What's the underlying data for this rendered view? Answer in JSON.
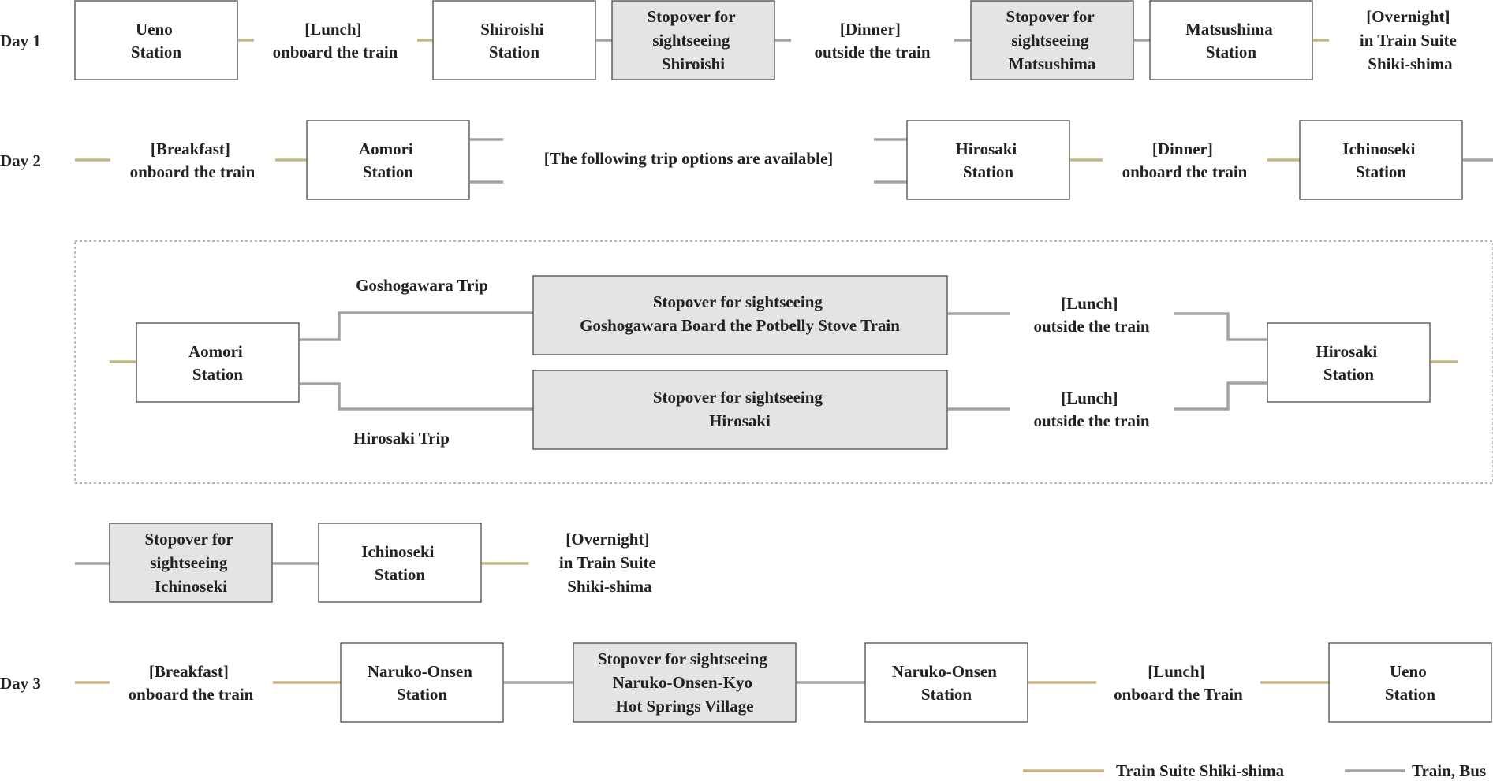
{
  "colors": {
    "train_suite": "#c9b583",
    "train_bus": "#a3a3a3",
    "box_border": "#4a4a4a",
    "stopover_fill": "#e4e4e4",
    "text": "#222222"
  },
  "day1": {
    "label": "Day 1",
    "ueno": [
      "Ueno",
      "Station"
    ],
    "lunch": [
      "[Lunch]",
      "onboard the train"
    ],
    "shiroishi": [
      "Shiroishi",
      "Station"
    ],
    "stop_shiroishi": [
      "Stopover for",
      "sightseeing",
      "Shiroishi"
    ],
    "dinner": [
      "[Dinner]",
      "outside the train"
    ],
    "stop_matsushima": [
      "Stopover for",
      "sightseeing",
      "Matsushima"
    ],
    "matsushima": [
      "Matsushima",
      "Station"
    ],
    "overnight": [
      "[Overnight]",
      "in Train Suite",
      "Shiki-shima"
    ]
  },
  "day2": {
    "label": "Day 2",
    "breakfast": [
      "[Breakfast]",
      "onboard the train"
    ],
    "aomori": [
      "Aomori",
      "Station"
    ],
    "options_note": "[The following trip options are available]",
    "hirosaki": [
      "Hirosaki",
      "Station"
    ],
    "dinner": [
      "[Dinner]",
      "onboard the train"
    ],
    "ichinoseki": [
      "Ichinoseki",
      "Station"
    ]
  },
  "options": {
    "aomori": [
      "Aomori",
      "Station"
    ],
    "goshogawara_trip": "Goshogawara Trip",
    "stop_goshogawara": [
      "Stopover for sightseeing",
      "Goshogawara Board the Potbelly Stove Train"
    ],
    "lunch_a": [
      "[Lunch]",
      "outside the train"
    ],
    "hirosaki_trip": "Hirosaki Trip",
    "stop_hirosaki": [
      "Stopover for sightseeing",
      "Hirosaki"
    ],
    "lunch_b": [
      "[Lunch]",
      "outside the train"
    ],
    "hirosaki": [
      "Hirosaki",
      "Station"
    ]
  },
  "day2_cont": {
    "stop_ichinoseki": [
      "Stopover for",
      "sightseeing",
      "Ichinoseki"
    ],
    "ichinoseki": [
      "Ichinoseki",
      "Station"
    ],
    "overnight": [
      "[Overnight]",
      "in Train Suite",
      "Shiki-shima"
    ]
  },
  "day3": {
    "label": "Day 3",
    "breakfast": [
      "[Breakfast]",
      "onboard the train"
    ],
    "naruko1": [
      "Naruko-Onsen",
      "Station"
    ],
    "stop_naruko": [
      "Stopover for sightseeing",
      "Naruko-Onsen-Kyo",
      "Hot Springs Village"
    ],
    "naruko2": [
      "Naruko-Onsen",
      "Station"
    ],
    "lunch": [
      "[Lunch]",
      "onboard the Train"
    ],
    "ueno": [
      "Ueno",
      "Station"
    ]
  },
  "legend": {
    "train_suite": "Train Suite Shiki-shima",
    "train_bus": "Train, Bus"
  }
}
